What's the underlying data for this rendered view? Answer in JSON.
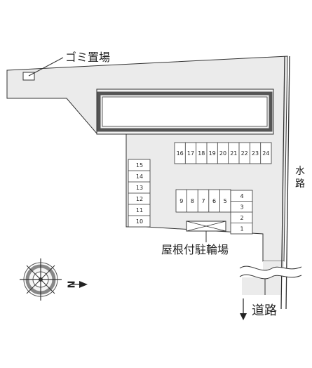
{
  "labels": {
    "trash": "ゴミ置場",
    "bike_shelter": "屋根付駐輪場",
    "waterway_1": "水",
    "waterway_2": "路",
    "road": "道路",
    "north": "N"
  },
  "parking": {
    "top_row": [
      "16",
      "17",
      "18",
      "19",
      "20",
      "21",
      "22",
      "23",
      "24"
    ],
    "left_column": [
      "15",
      "14",
      "13",
      "12",
      "11",
      "10"
    ],
    "middle_row": [
      "9",
      "8",
      "7",
      "6",
      "5"
    ],
    "right_column": [
      "4",
      "3",
      "2",
      "1"
    ]
  },
  "colors": {
    "lot_fill": "#ebebeb",
    "outline": "#333333",
    "building_wall": "#555555"
  }
}
